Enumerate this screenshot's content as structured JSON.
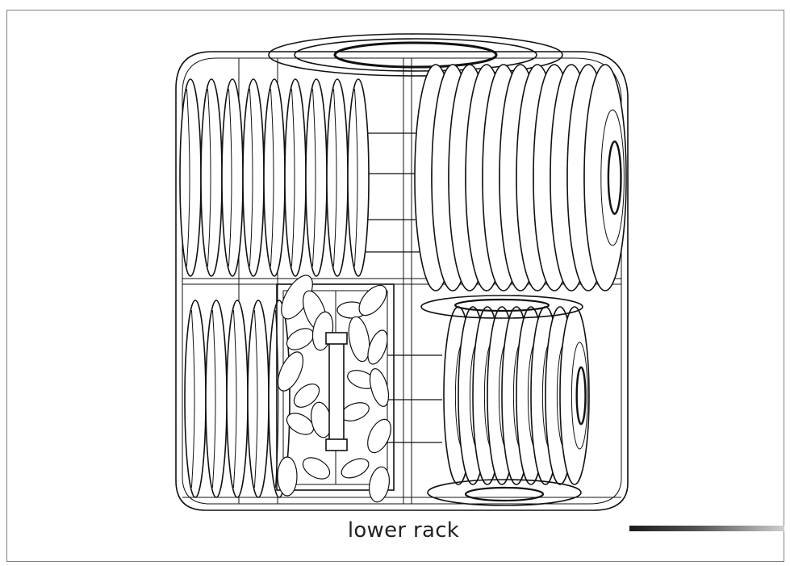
{
  "caption": "lower rack",
  "colors": {
    "line": "#111111",
    "frame": "#808080",
    "background": "#ffffff"
  },
  "rack": {
    "left_dish_rows": [
      {
        "name": "upper-left-plates",
        "count": 9
      },
      {
        "name": "lower-left-plates",
        "count": 5
      }
    ],
    "right_dish_rows": [
      {
        "name": "upper-right-plates",
        "count": 11
      },
      {
        "name": "lower-right-plates",
        "count": 9
      }
    ],
    "cutlery_basket": "center-bottom"
  }
}
